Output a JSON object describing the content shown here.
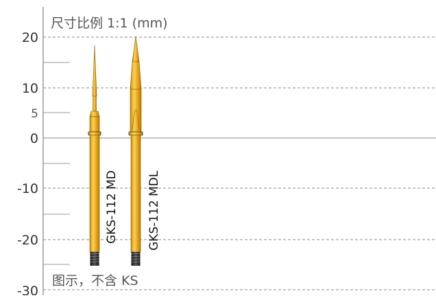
{
  "diagram": {
    "title": "尺寸比例 1:1 (mm)",
    "footnote": "图示，不含 KS",
    "scale": {
      "unit": "mm",
      "major_ticks": [
        20,
        10,
        0,
        -10,
        -20,
        -30
      ],
      "minor_ticks": [
        5
      ],
      "tick_labels": {
        "t20": "20",
        "t10": "10",
        "t5": "5",
        "t0": "0",
        "tm10": "-10",
        "tm20": "-20",
        "tm30": "-30"
      },
      "dashed_gridlines_at": [
        20,
        10,
        -10,
        -20,
        -30
      ],
      "solid_line_at": 0
    },
    "probes": [
      {
        "name": "GKS-112 MD",
        "tip_top_mm": 18,
        "bottom_mm": -25.5
      },
      {
        "name": "GKS-112 MDL",
        "tip_top_mm": 20,
        "bottom_mm": -25.5
      }
    ],
    "colors": {
      "gold": "#f0b020",
      "gold_highlight": "#fbd25a",
      "gold_shadow": "#c98a08",
      "thread": "#2a2a2a",
      "grid": "#8a8a8a",
      "axis": "#999999"
    }
  }
}
